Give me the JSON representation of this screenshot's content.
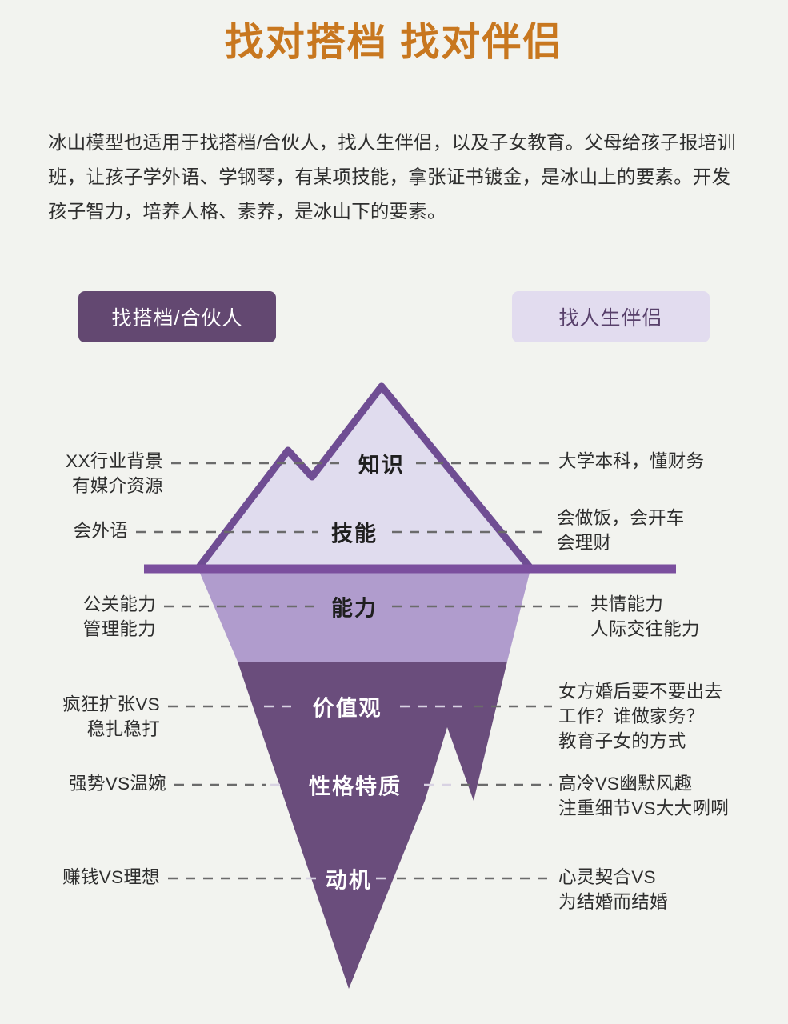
{
  "header": {
    "title": "找对搭档 找对伴侣",
    "title_color": "#c8771f",
    "paragraph": "冰山模型也适用于找搭档/合伙人，找人生伴侣，以及子女教育。父母给孩子报培训班，让孩子学外语、学钢琴，有某项技能，拿张证书镀金，是冰山上的要素。开发孩子智力，培养人格、素养，是冰山下的要素。"
  },
  "badges": {
    "left": "找搭档/合伙人",
    "right": "找人生伴侣"
  },
  "chart_data": {
    "type": "diagram",
    "title": "找对搭档 找对伴侣",
    "subtype": "iceberg-model",
    "colors": {
      "background": "#f2f3ef",
      "above_water_fill": "#e0dcee",
      "outline": "#6f4d93",
      "waterline": "#7b4f9e",
      "mid_band_fill": "#b09ccd",
      "dark_band_fill": "#6a4d7c",
      "badge_dark": "#634871",
      "badge_light": "#e2dcef",
      "accent_title": "#c8771f"
    },
    "layers": [
      {
        "id": "knowledge",
        "center": "知识",
        "zone": "above-water",
        "left": "XX行业背景\n有媒介资源",
        "left_lines": [
          "XX行业背景",
          "有媒介资源"
        ],
        "right": "大学本科，懂财务",
        "right_lines": [
          "大学本科，懂财务"
        ],
        "label_color": "dark"
      },
      {
        "id": "skills",
        "center": "技能",
        "zone": "above-water",
        "left_lines": [
          "会外语"
        ],
        "right_lines": [
          "会做饭，会开车",
          "会理财"
        ],
        "label_color": "dark"
      },
      {
        "id": "ability",
        "center": "能力",
        "zone": "below-water-upper",
        "left_lines": [
          "公关能力",
          "管理能力"
        ],
        "right_lines": [
          "共情能力",
          "人际交往能力"
        ],
        "label_color": "dark"
      },
      {
        "id": "values",
        "center": "价值观",
        "zone": "below-water-lower",
        "left_lines": [
          "疯狂扩张VS",
          "稳扎稳打"
        ],
        "right_lines": [
          "女方婚后要不要出去",
          "工作？谁做家务？",
          "教育子女的方式"
        ],
        "label_color": "light"
      },
      {
        "id": "traits",
        "center": "性格特质",
        "zone": "below-water-lower",
        "left_lines": [
          "强势VS温婉"
        ],
        "right_lines": [
          "高冷VS幽默风趣",
          "注重细节VS大大咧咧"
        ],
        "label_color": "light"
      },
      {
        "id": "motivation",
        "center": "动机",
        "zone": "below-water-lower",
        "left_lines": [
          "赚钱VS理想"
        ],
        "right_lines": [
          "心灵契合VS",
          "为结婚而结婚"
        ],
        "label_color": "light"
      }
    ],
    "center_labels": [
      "知识",
      "技能",
      "能力",
      "价值观",
      "性格特质",
      "动机"
    ],
    "left_labels": [
      "XX行业背景 有媒介资源",
      "会外语",
      "公关能力 管理能力",
      "疯狂扩张VS 稳扎稳打",
      "强势VS温婉",
      "赚钱VS理想"
    ],
    "right_labels": [
      "大学本科，懂财务",
      "会做饭，会开车 会理财",
      "共情能力 人际交往能力",
      "女方婚后要不要出去 工作？谁做家务？ 教育子女的方式",
      "高冷VS幽默风趣 注重细节VS大大咧咧",
      "心灵契合VS 为结婚而结婚"
    ]
  },
  "labels": {
    "knowledge_center": "知识",
    "knowledge_left_1": "XX行业背景",
    "knowledge_left_2": "有媒介资源",
    "knowledge_right_1": "大学本科，懂财务",
    "skills_center": "技能",
    "skills_left_1": "会外语",
    "skills_right_1": "会做饭，会开车",
    "skills_right_2": "会理财",
    "ability_center": "能力",
    "ability_left_1": "公关能力",
    "ability_left_2": "管理能力",
    "ability_right_1": "共情能力",
    "ability_right_2": "人际交往能力",
    "values_center": "价值观",
    "values_left_1": "疯狂扩张VS",
    "values_left_2": "稳扎稳打",
    "values_right_1": "女方婚后要不要出去",
    "values_right_2": "工作？谁做家务？",
    "values_right_3": "教育子女的方式",
    "traits_center": "性格特质",
    "traits_left_1": "强势VS温婉",
    "traits_right_1": "高冷VS幽默风趣",
    "traits_right_2": "注重细节VS大大咧咧",
    "motivation_center": "动机",
    "motivation_left_1": "赚钱VS理想",
    "motivation_right_1": "心灵契合VS",
    "motivation_right_2": "为结婚而结婚"
  }
}
